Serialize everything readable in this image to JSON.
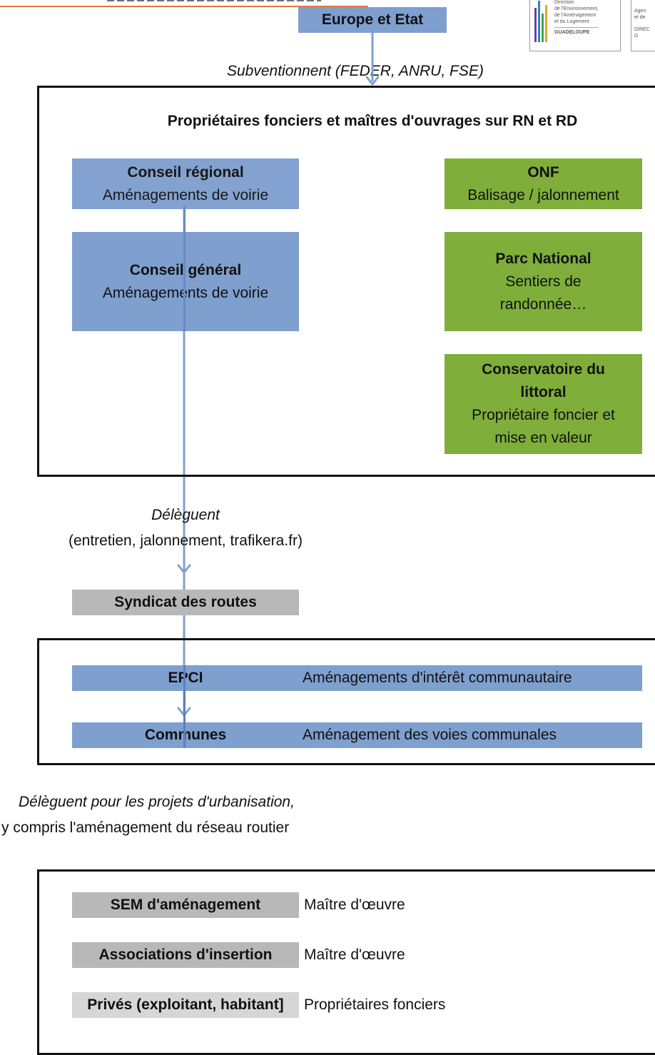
{
  "top": {
    "europe_label": "Europe et Etat",
    "subsidies_label": "Subventionnent (FEDER, ANRU, FSE)"
  },
  "logos": {
    "dreal_lines": [
      "Direction",
      "de l'Environnement,",
      "de l'Aménagement",
      "et du Logement",
      "GUADELOUPE"
    ],
    "agency_lines": [
      "Agen",
      "et de",
      "DIREC",
      "G"
    ]
  },
  "owners": {
    "title": "Propriétaires fonciers et maîtres d'ouvrages sur RN et RD",
    "conseil_regional": {
      "name": "Conseil régional",
      "role": "Aménagements de voirie"
    },
    "conseil_general": {
      "name": "Conseil général",
      "role": "Aménagements de voirie"
    },
    "onf": {
      "name": "ONF",
      "role": "Balisage / jalonnement"
    },
    "parc_national": {
      "name": "Parc National",
      "role_line1": "Sentiers de",
      "role_line2": "randonnée…"
    },
    "conservatoire": {
      "name_line1": "Conservatoire du",
      "name_line2": "littoral",
      "role_line1": "Propriétaire foncier et",
      "role_line2": "mise en valeur"
    }
  },
  "delegate1": {
    "title": "Délèguent",
    "detail": "(entretien, jalonnement, trafikera.fr)"
  },
  "syndicat": {
    "label": "Syndicat des routes"
  },
  "local": {
    "epci": {
      "name": "EPCI",
      "role": "Aménagements d'intérêt communautaire"
    },
    "communes": {
      "name": "Communes",
      "role": "Aménagement des voies communales"
    }
  },
  "delegate2": {
    "line1": "Délèguent pour les projets d'urbanisation,",
    "line2": "y compris l'aménagement du réseau routier"
  },
  "operators": [
    {
      "name": "SEM d'aménagement",
      "role": "Maître d'œuvre"
    },
    {
      "name": "Associations d'insertion",
      "role": "Maître d'œuvre"
    },
    {
      "name": "Privés (exploitant, habitant]",
      "role": "Propriétaires fonciers"
    }
  ],
  "colors": {
    "blue": "#7f9fcf",
    "green": "#7fae3a",
    "gray": "#b8b8b8",
    "accent_line": "#e07a3a"
  }
}
